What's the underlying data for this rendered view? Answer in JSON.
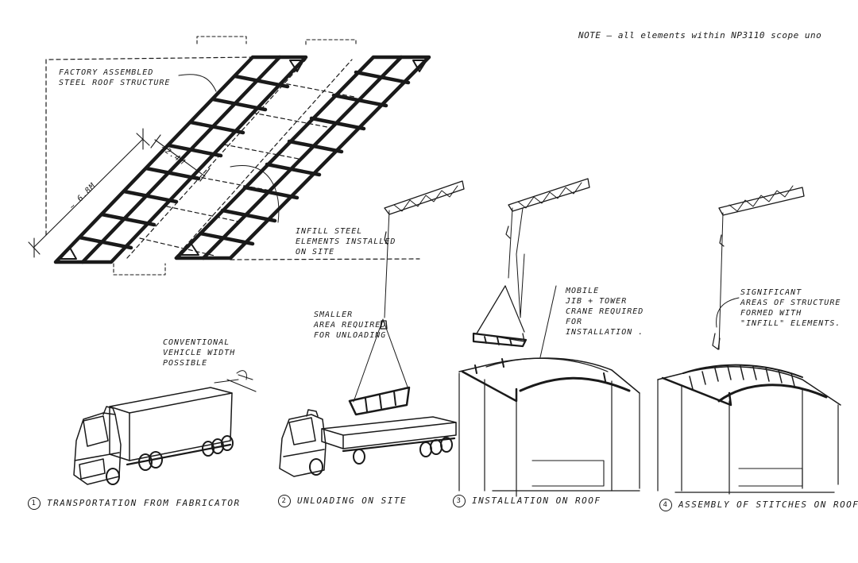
{
  "note": "NOTE – all elements within NP3110 scope uno",
  "labels": {
    "factory_steel_roof": "FACTORY ASSEMBLED\nSTEEL ROOF STRUCTURE",
    "dim_68m": "~ 6.8m",
    "dim_24m": "~2.4m",
    "infill_steel": "INFILL STEEL\nELEMENTS INSTALLED\nON SITE",
    "vehicle_width": "CONVENTIONAL\nVEHICLE WIDTH\nPOSSIBLE",
    "smaller_area": "SMALLER\nAREA REQUIRED\nFOR UNLOADING",
    "mobile_jib": "MOBILE\nJIB + TOWER\nCRANE REQUIRED\nFOR\nINSTALLATION .",
    "significant_areas": "SIGNIFICANT\nAREAS OF STRUCTURE\nFORMED WITH\n\"INFILL\" ELEMENTS."
  },
  "steps": [
    {
      "num": "1",
      "label": "TRANSPORTATION FROM FABRICATOR"
    },
    {
      "num": "2",
      "label": "UNLOADING ON SITE"
    },
    {
      "num": "3",
      "label": "INSTALLATION ON ROOF"
    },
    {
      "num": "4",
      "label": "ASSEMBLY OF STITCHES ON ROOF."
    }
  ]
}
